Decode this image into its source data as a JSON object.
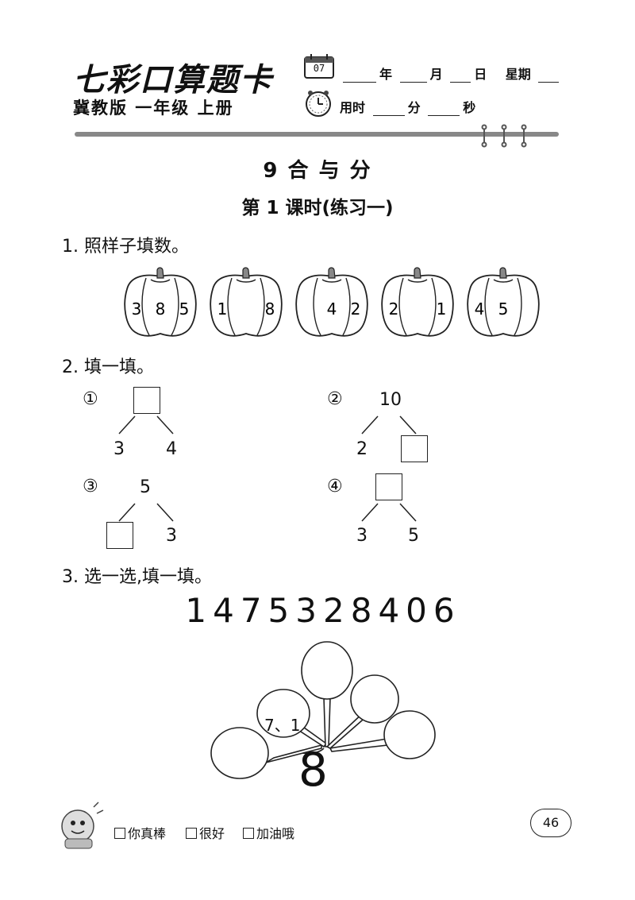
{
  "header": {
    "brand": "七彩口算题卡",
    "edition": "冀教版  一年级  上册",
    "calendar_day": "07",
    "date_year": "年",
    "date_month": "月",
    "date_day": "日",
    "date_week": "星期",
    "time_label": "用时",
    "time_min": "分",
    "time_sec": "秒"
  },
  "lesson": {
    "chapter": "9  合  与  分",
    "subtitle": "第 1 课时(练习一)"
  },
  "q1": {
    "label": "1. 照样子填数。",
    "peppers": [
      {
        "left": "3",
        "mid": "8",
        "right": "5"
      },
      {
        "left": "1",
        "mid": "",
        "right": "8"
      },
      {
        "left": "",
        "mid": "4",
        "right": "2"
      },
      {
        "left": "2",
        "mid": "",
        "right": "1"
      },
      {
        "left": "4",
        "mid": "5",
        "right": ""
      }
    ]
  },
  "q2": {
    "label": "2. 填一填。",
    "items": [
      {
        "marker": "①",
        "top": "",
        "left": "3",
        "right": "4"
      },
      {
        "marker": "②",
        "top": "10",
        "left": "2",
        "right": ""
      },
      {
        "marker": "③",
        "top": "5",
        "left": "",
        "right": "3"
      },
      {
        "marker": "④",
        "top": "",
        "left": "3",
        "right": "5"
      }
    ]
  },
  "q3": {
    "label": "3. 选一选,填一填。",
    "digits": "1475328406",
    "center": "8",
    "bubbles": [
      "",
      "",
      "7、1",
      "",
      "",
      ""
    ]
  },
  "footer": {
    "options": [
      "你真棒",
      "很好",
      "加油哦"
    ],
    "page": "46"
  }
}
